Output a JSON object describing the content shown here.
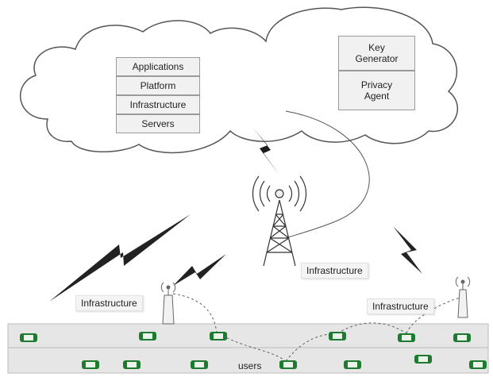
{
  "cloud_stack": [
    "Applications",
    "Platform",
    "Infrastructure",
    "Servers"
  ],
  "security_stack": [
    {
      "line1": "Key",
      "line2": "Generator"
    },
    {
      "line1": "Privacy",
      "line2": "Agent"
    }
  ],
  "labels": {
    "tower": "Infrastructure",
    "left_rsu": "Infrastructure",
    "right_rsu": "Infrastructure",
    "users": "users"
  },
  "colors": {
    "car_body": "#1e7a2e",
    "road_fill": "#e6e6e6",
    "line": "#555555"
  }
}
